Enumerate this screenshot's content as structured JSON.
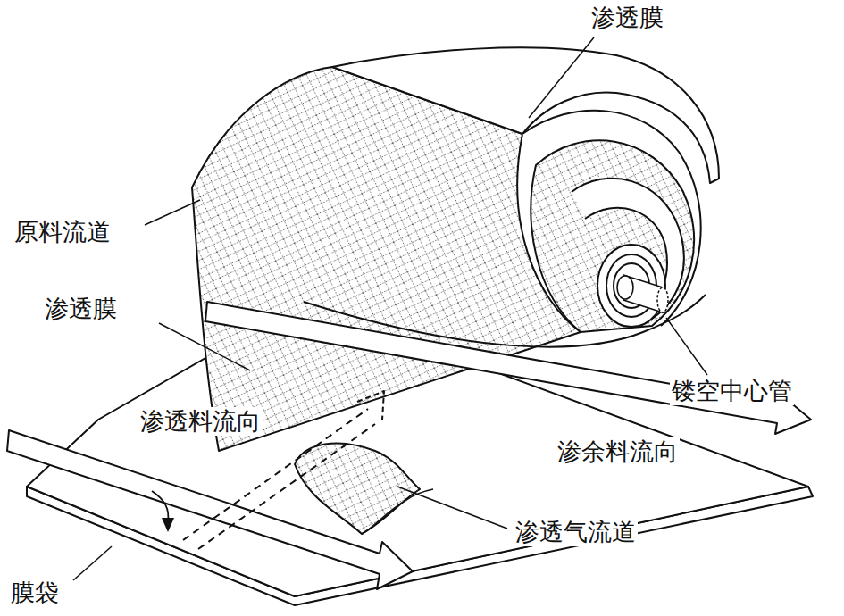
{
  "diagram": {
    "labels": [
      "渗透膜",
      "原料流道",
      "渗透膜",
      "镂空中心管",
      "渗透料流向",
      "渗余料流向",
      "渗透气流道",
      "膜袋"
    ]
  }
}
